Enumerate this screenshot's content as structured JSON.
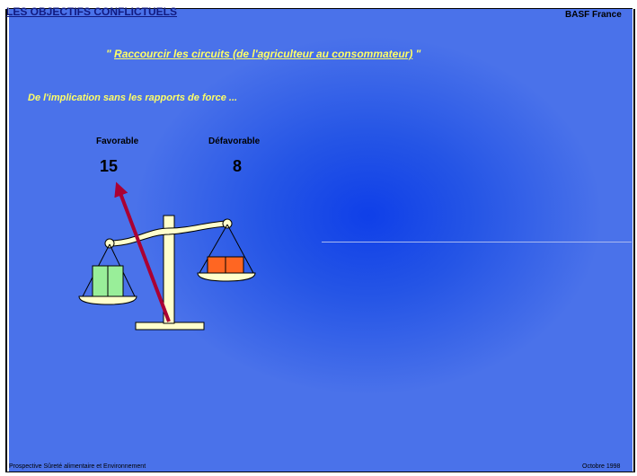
{
  "header": {
    "title": "LES OBJECTIFS CONFLICTUELS",
    "brand": "BASF France"
  },
  "slide": {
    "subtitle_open": "\" ",
    "subtitle_main": "Raccourcir les circuits  (de l'agriculteur au consommateur)",
    "subtitle_close": " \"",
    "tagline": "De l'implication sans les rapports de force ..."
  },
  "balance": {
    "favorable_label": "Favorable",
    "favorable_value": "15",
    "unfavorable_label": "Défavorable",
    "unfavorable_value": "8",
    "colors": {
      "left_pan_box": "#99ee99",
      "right_pan_box": "#ff6622",
      "arrow": "#aa0033",
      "scale": "#ffffcc"
    }
  },
  "footer": {
    "left": "Prospective Sûreté alimentaire et Environnement",
    "right": "Octobre 1998"
  }
}
